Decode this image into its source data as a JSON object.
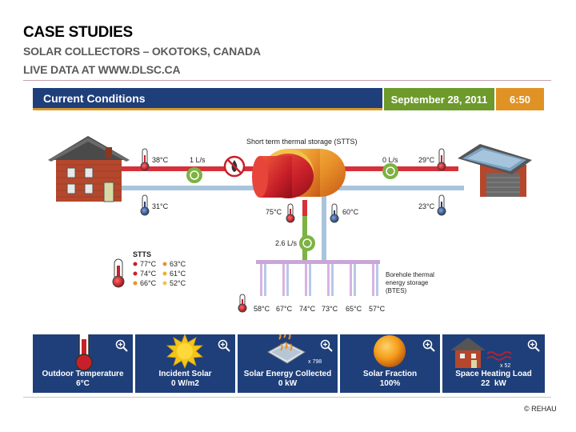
{
  "header": {
    "title": "CASE STUDIES",
    "subtitle": "SOLAR COLLECTORS – OKOTOKS, CANADA",
    "source": "LIVE DATA AT WWW.DLSC.CA"
  },
  "status_bar": {
    "title": "Current Conditions",
    "date": "September 28, 2011",
    "time": "6:50"
  },
  "diagram": {
    "stts_label": "Short term thermal storage (STTS)",
    "left_hot_temp": "38°C",
    "left_cold_temp": "31°C",
    "left_flow": "1 L/s",
    "right_flow": "0 L/s",
    "right_hot_temp": "29°C",
    "right_cold_temp": "23°C",
    "stts_out_temp": "75°C",
    "stts_in_temp": "60°C",
    "btes_flow": "2.6 L/s",
    "btes_label_1": "Borehole thermal",
    "btes_label_2": "energy storage",
    "btes_label_3": "(BTES)",
    "stts_legend": {
      "title": "STTS",
      "col1": [
        "77°C",
        "74°C",
        "66°C"
      ],
      "col2": [
        "63°C",
        "61°C",
        "52°C"
      ]
    },
    "borehole_temps": [
      "58°C",
      "67°C",
      "74°C",
      "73°C",
      "65°C",
      "57°C"
    ]
  },
  "tiles": [
    {
      "name": "Outdoor Temperature",
      "value": "6°C",
      "icon": "thermometer-icon"
    },
    {
      "name": "Incident Solar",
      "value": "0 W/m2",
      "icon": "sun-icon"
    },
    {
      "name": "Solar Energy Collected",
      "value": "0 kW",
      "icon": "solar-collector-icon",
      "badge": "x 798"
    },
    {
      "name": "Solar Fraction",
      "value": "100%",
      "icon": "sphere-icon"
    },
    {
      "name": "Space Heating Load",
      "value": "22  kW",
      "icon": "house-icon",
      "badge": "x 52"
    }
  ],
  "copyright": "© REHAU",
  "colors": {
    "navy": "#1f3f7a",
    "green": "#6d9a2b",
    "orange": "#e09224",
    "hot_pipe": "#d6303a",
    "cold_pipe": "#a9c4dc",
    "pump": "#7cb342"
  }
}
